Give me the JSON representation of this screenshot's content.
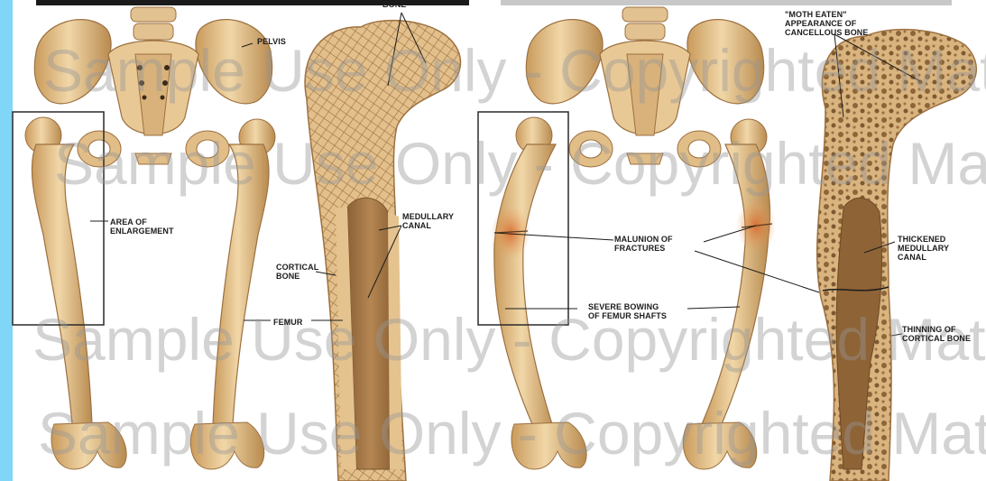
{
  "colors": {
    "page_border": "#7fd6f7",
    "panel_background": "#ffffff",
    "bone_fill": "#e6c48e",
    "bone_shadow": "#b68a4e",
    "marrow": "#a77a47",
    "fracture_glow": "#dd7a3a",
    "watermark": "#969696"
  },
  "left_panel": {
    "labels": {
      "bone": "BONE",
      "pelvis": "PELVIS",
      "area_of_enlargement": "AREA OF\nENLARGEMENT",
      "medullary_canal": "MEDULLARY\nCANAL",
      "cortical_bone": "CORTICAL\nBONE",
      "femur": "FEMUR"
    }
  },
  "right_panel": {
    "labels": {
      "moth_eaten": "\"MOTH EATEN\"\nAPPEARANCE OF\nCANCELLOUS BONE",
      "malunion": "MALUNION OF\nFRACTURES",
      "thickened_canal": "THICKENED\nMEDULLARY\nCANAL",
      "severe_bowing": "SEVERE BOWING\nOF FEMUR SHAFTS",
      "thinning": "THINNING OF\nCORTICAL BONE"
    }
  },
  "watermark": {
    "text": "Sample Use Only - Copyrighted Material"
  }
}
